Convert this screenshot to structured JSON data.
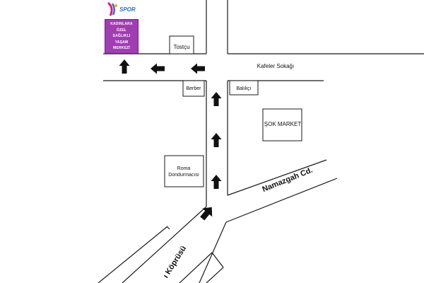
{
  "places": {
    "center_lines": [
      "KADINLARA",
      "ÖZEL",
      "SAĞLIKLI",
      "YAŞAM",
      "MERKEZİ"
    ],
    "brand_text": "SPOR",
    "tostcu": "Tostçu",
    "berber": "Berber",
    "balikci": "Balıkçı",
    "sok_market": "ŞOK MARKET",
    "roma_line1": "Roma",
    "roma_line2": "Dondurmacısı"
  },
  "streets": {
    "kafeler": "Kafeler Sokağı",
    "namazgah": "Namazgah Cd.",
    "kopru": "ı Köprüsü"
  },
  "colors": {
    "center_bg": "#a03db3",
    "brand_pink": "#e0197a",
    "brand_blue": "#2a6fd6",
    "ink": "#111111"
  },
  "icons": [
    "direction-arrow-icon",
    "brand-logo-icon"
  ]
}
